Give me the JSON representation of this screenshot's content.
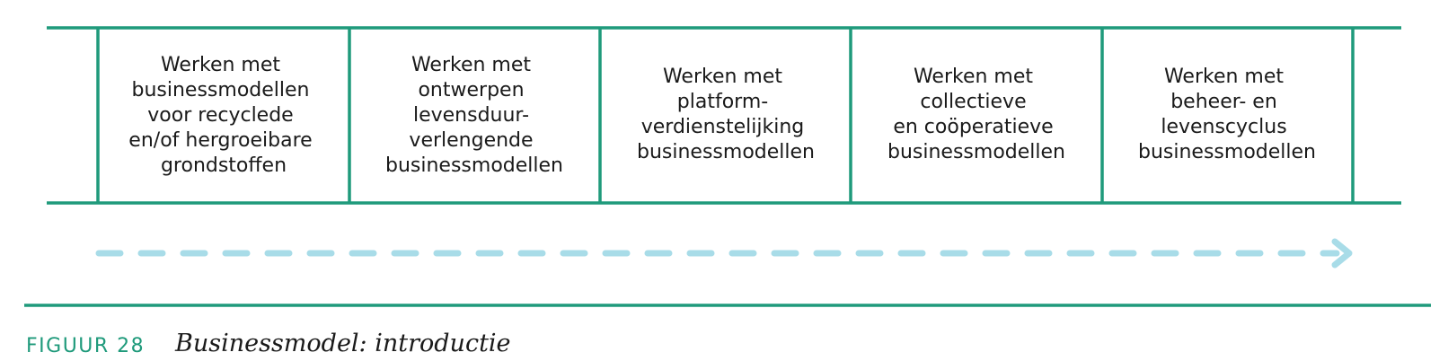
{
  "colors": {
    "frame": "#1f9a7b",
    "arrow": "#a8dce8",
    "caption_number": "#1f9a7b",
    "text": "#1a1a1a"
  },
  "boxes": [
    {
      "lines": [
        "Werken met",
        "businessmodellen",
        "voor recyclede",
        "en/of hergroeibare",
        "grondstoffen"
      ]
    },
    {
      "lines": [
        "Werken met",
        "ontwerpen",
        "levensduur-",
        "verlengende",
        "businessmodellen"
      ]
    },
    {
      "lines": [
        "Werken met",
        "platform-",
        "verdienstelijking",
        "businessmodellen"
      ]
    },
    {
      "lines": [
        "Werken met",
        "collectieve",
        "en coöperatieve",
        "businessmodellen"
      ]
    },
    {
      "lines": [
        "Werken met",
        "beheer- en",
        "levenscyclus",
        "businessmodellen"
      ]
    }
  ],
  "caption": {
    "number": "FIGUUR 28",
    "title": "Businessmodel: introductie"
  }
}
